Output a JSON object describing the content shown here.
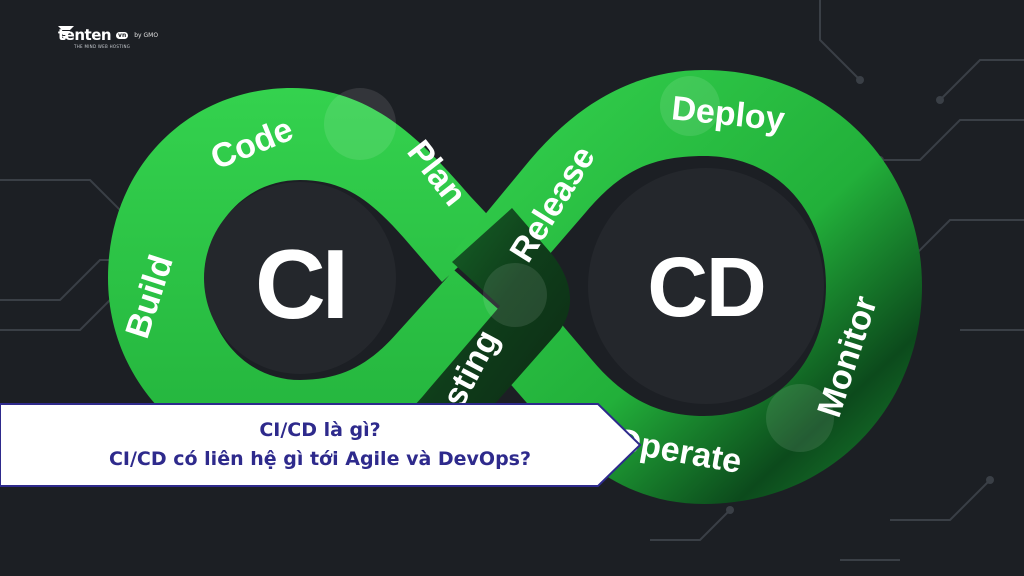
{
  "brand": {
    "logo_text": "tenten",
    "logo_badge": "vn",
    "logo_sub": "by GMO",
    "tagline": "THE MIND WEB HOSTING"
  },
  "diagram": {
    "left_loop_label": "CI",
    "right_loop_label": "CD",
    "stages": [
      "Build",
      "Code",
      "Plan",
      "Release",
      "Deploy",
      "Monitor",
      "Operate",
      "Testing"
    ]
  },
  "banner": {
    "line1": "CI/CD là gì?",
    "line2": "CI/CD có liên hệ gì tới Agile và DevOps?"
  },
  "colors": {
    "background": "#1c1f24",
    "loop_green": "#2ecc47",
    "loop_green_dark": "#0f7a28",
    "center_dark": "#24272c",
    "banner_text": "#2e2a8c",
    "banner_border": "#2e2a8c"
  }
}
